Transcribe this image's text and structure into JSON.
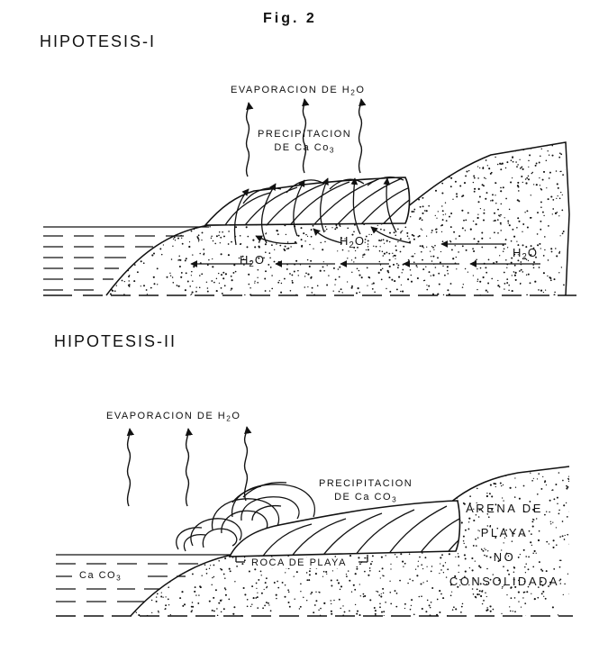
{
  "figure": {
    "title": "Fig. 2"
  },
  "hypothesis_1": {
    "heading": "HIPOTESIS-I",
    "evaporation": {
      "text": "EVAPORACION DE H",
      "sub": "2",
      "tail": "O"
    },
    "precipitation": {
      "line1": "PRECIPITACION",
      "line2_text": "DE  Ca Co",
      "line2_sub": "3"
    },
    "water_labels": [
      {
        "text": "H",
        "sub": "2",
        "tail": "O"
      },
      {
        "text": "H",
        "sub": "2",
        "tail": "O"
      },
      {
        "text": "H",
        "sub": "2",
        "tail": "O"
      }
    ]
  },
  "hypothesis_2": {
    "heading": "HIPOTESIS-II",
    "evaporation": {
      "text": "EVAPORACION DE H",
      "sub": "2",
      "tail": "O"
    },
    "precipitation": {
      "line1": "PRECIPITACION",
      "line2_text": "DE Ca CO",
      "line2_sub": "3"
    },
    "rock_label": "ROCA DE PLAYA",
    "sea_label": {
      "text": "Ca CO",
      "sub": "3"
    },
    "sand_label": {
      "line1": "ARENA DE",
      "line2": "PLAYA",
      "line3": "NO",
      "line4": "CONSOLIDADA"
    }
  }
}
